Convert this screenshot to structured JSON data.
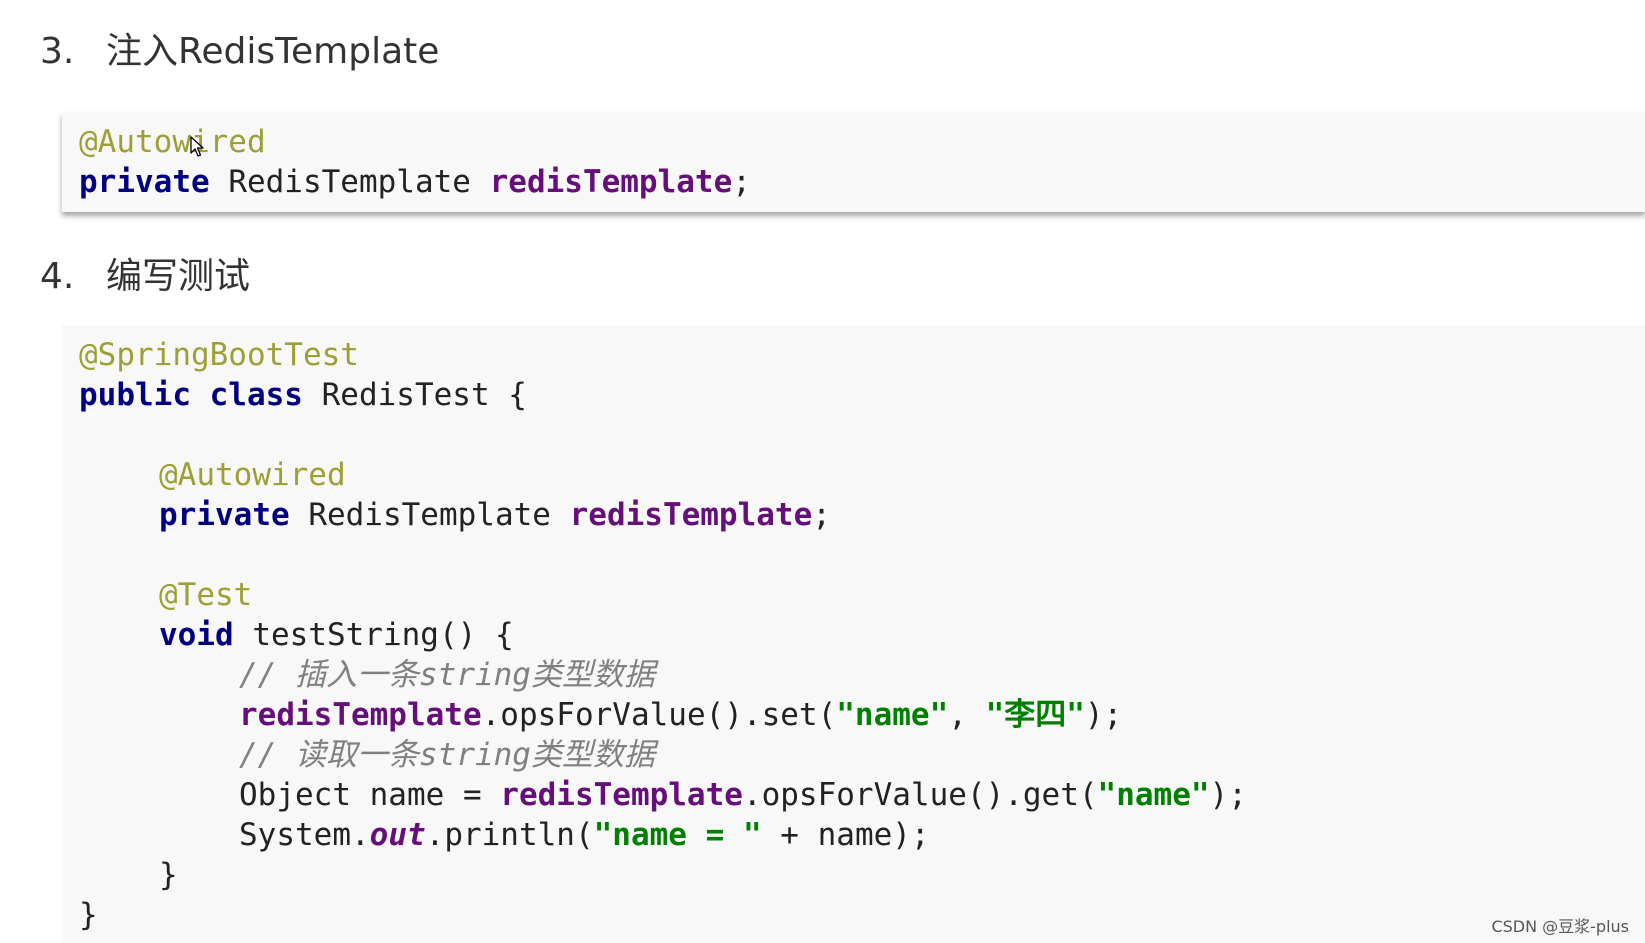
{
  "sections": [
    {
      "number": "3.",
      "title": "注入RedisTemplate"
    },
    {
      "number": "4.",
      "title": "编写测试"
    }
  ],
  "code_block_1": {
    "annotation": "@Autowired",
    "kw_private": "private",
    "type": " RedisTemplate ",
    "field": "redisTemplate",
    "end": ";"
  },
  "code_block_2": {
    "class_annotation": "@SpringBootTest",
    "kw_public": "public",
    "kw_class": " class",
    "class_name": " RedisTest {",
    "field_annotation": "@Autowired",
    "kw_private": "private",
    "type": " RedisTemplate ",
    "field": "redisTemplate",
    "field_end": ";",
    "test_annotation": "@Test",
    "kw_void": "void",
    "method_sig": " testString() {",
    "comment_insert": "// 插入一条string类型数据",
    "call_obj_1": "redisTemplate",
    "set_call": ".opsForValue().set(",
    "str_name": "\"name\"",
    "comma": ", ",
    "str_value": "\"李四\"",
    "set_end": ");",
    "comment_read": "// 读取一条string类型数据",
    "obj_decl": "Object name = ",
    "call_obj_2": "redisTemplate",
    "get_call": ".opsForValue().get(",
    "str_name_2": "\"name\"",
    "get_end": ");",
    "system": "System.",
    "out": "out",
    "println": ".println(",
    "str_prefix": "\"name = \"",
    "concat": " + name);",
    "close_method": "}",
    "close_class": "}"
  },
  "watermark": "CSDN @豆浆-plus",
  "icons": {
    "cursor": "mouse-pointer-icon"
  }
}
